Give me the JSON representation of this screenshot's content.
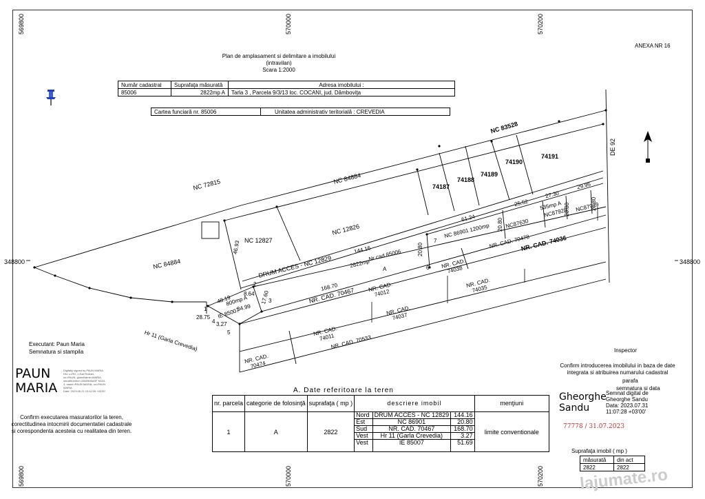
{
  "annex": "ANEXA NR 16",
  "header": {
    "line1": "Plan de amplasament si delimitare a imobilului",
    "line2": "(intravilan)",
    "line3": "Scara 1:2000"
  },
  "grid": {
    "x1": "569800",
    "x2": "570000",
    "x3": "570200",
    "y": "348800"
  },
  "info": {
    "cad_label": "Număr cadastral",
    "area_label": "Suprafaţa măsurată",
    "addr_label": "Adresa imobilului :",
    "cad_value": "85006",
    "area_value": "2822mp A",
    "addr_value": "Tarla  3 , Parcela 9/3/13 loc. COCANI, jud. Dâmboviţa",
    "cf_label": "Cartea funciară  nr.  85006",
    "uat_label": "Unitatea administrativ teritorială :   CREVEDIA"
  },
  "map": {
    "nc83528": "NC 83528",
    "de92": "DE 92",
    "p74187": "74187",
    "p74188": "74188",
    "p74189": "74189",
    "p74190": "74190",
    "p74191": "74191",
    "nc72815": "NC 72815",
    "nc84884a": "NC 84884",
    "nc84884b": "NC 84884",
    "nc12827": "NC 12827",
    "nc12826": "NC 12826",
    "d4693": "46.93",
    "d2552": "25.52",
    "d2730": "27.30",
    "d2995": "29.95",
    "d6124": "61.24",
    "d2080a": "20.80",
    "d2080b": "20.80",
    "d2080c": "20.80",
    "d2080d": "20.80",
    "m535": "535mp A",
    "nc87928": "NC87928",
    "nc87929": "NC87929",
    "nc87630": "NC87630",
    "nc86901": "NC 86901",
    "m1200": "1200mp",
    "n7": "7",
    "n6": "6",
    "drum": "DRUM ACCES - NC 12829",
    "d14416": "144.16",
    "m2822": "2822mp",
    "lA": "A",
    "nrcad": "Nr cad 85006",
    "c70478": "NR. CAD. 70478",
    "c74036": "NR. CAD. 74036",
    "c74038a": "NR. CAD.",
    "c74038b": "74038",
    "c74035a": "NR. CAD.",
    "c74035b": "74035",
    "c74012a": "NR. CAD.",
    "c74012b": "74012",
    "c74037a": "NR. CAD.",
    "c74037b": "74037",
    "d16870": "168.70",
    "c70467": "NR. CAD. 70467",
    "n2": "2",
    "n3": "3",
    "n4": "4",
    "n5": "5",
    "n1": "1",
    "d4819": "48.19",
    "d864": "8.64",
    "d1760": "17.60",
    "m800": "800mp A",
    "d3499": "34.99",
    "ie": "IE 85007",
    "d2875": "28.75",
    "d327": "3.27",
    "hr11": "Hr 11 (Garla Crevedia)",
    "c74011a": "NR. CAD.",
    "c74011b": "74011",
    "c70533": "NR. CAD. 70533",
    "c70474a": "NR. CAD.",
    "c70474b": "70474"
  },
  "executant": {
    "line1": "Executant: Paun Maria",
    "line2": "Semnatura si stampila",
    "sig1": "PAUN",
    "sig2": "MARIA",
    "fine": [
      "Digitally signed by PAUN MARIA",
      "DN: c=RO, l=Sat Fintinei,",
      "cn=PAUN, givenName=MARIA,",
      "serialNumber=2800906ASF M154",
      "4, name=PAUN MARIA, cn=PAUN",
      "MARIA",
      "Date: 2023.06.21 10:42:35 +03'00'"
    ],
    "confirm": [
      "Confirm executarea masuratorilor la teren,",
      "corectitudinea intocmirii documentatiei cadastrale",
      "si corespondenta acesteia cu realitatea din teren."
    ]
  },
  "table": {
    "title": "A.  Date referitoare la teren",
    "h_parcel": "nr. parcela",
    "h_cat": "categorie de folosinţă",
    "h_area": "suprafaţa ( mp )",
    "h_desc": "descriere imobil",
    "h_notes": "menţiuni",
    "parcel": "1",
    "cat": "A",
    "area": "2822",
    "notes": "limite conventionale",
    "rows": [
      {
        "dir": "Nord",
        "desc": "DRUM ACCES - NC 12829",
        "len": "144.16"
      },
      {
        "dir": "Est",
        "desc": "NC 86901",
        "len": "20.80"
      },
      {
        "dir": "Sud",
        "desc": "NR. CAD. 70467",
        "len": "168.70"
      },
      {
        "dir": "Vest",
        "desc": "Hr 11 (Garla Crevedia)",
        "len": "3.27"
      },
      {
        "dir": "Vest",
        "desc": "IE 85007",
        "len": "51.69"
      }
    ]
  },
  "inspector": {
    "title": "Inspector",
    "confirm1": "Confirm introducerea imobilului in baza de date",
    "confirm2": "integrata si atribuirea numarului cadastral",
    "parafa": "parafa",
    "semn": "semnatura si data",
    "name1": "Gheorghe",
    "name2": "Sandu",
    "dig1": "Semnat digital de",
    "dig2": "Gheorghe Sandu",
    "dig3": "Data: 2023.07.31",
    "dig4": "11:07:28 +03'00'",
    "stamp": "77778 / 31.07.2023"
  },
  "surface": {
    "title": "Suprafaţa imobil  ( mp )",
    "h1": "măsurată",
    "h2": "din act",
    "v1": "2822",
    "v2": "2822"
  },
  "watermark": "lajumate.ro"
}
